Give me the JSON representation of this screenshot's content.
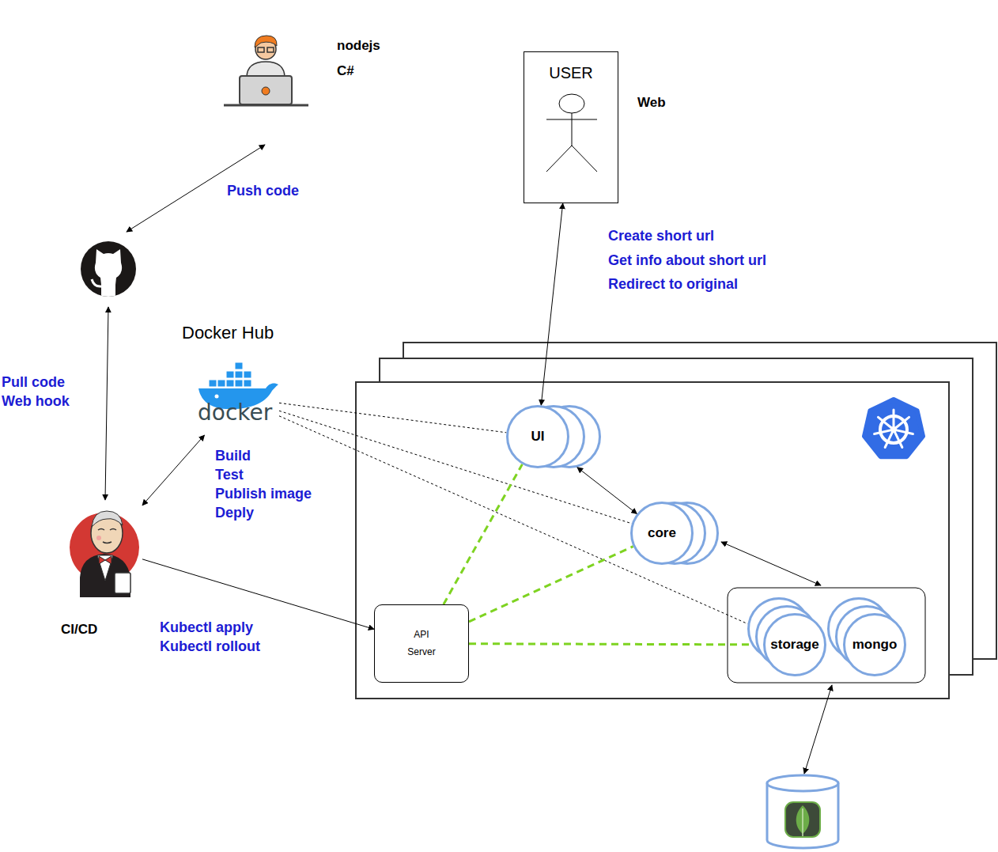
{
  "diagram": {
    "nodes": [
      {
        "text": [
          "nodejs",
          "C#"
        ]
      },
      {
        "text": [
          "Docker Hub"
        ]
      },
      {
        "text": [
          "USER"
        ]
      },
      {
        "text": [
          "UI"
        ]
      },
      {
        "text": [
          "core"
        ]
      },
      {
        "text": [
          "CI/CD"
        ]
      },
      {
        "text": [
          "API Server"
        ]
      },
      {
        "text": [
          "storage"
        ]
      },
      {
        "text": [
          "mongo"
        ]
      }
    ],
    "edges": [
      {
        "from": 5,
        "to": 1,
        "arrow": "both"
      },
      {
        "from": 2,
        "to": 3,
        "arrow": "both"
      },
      {
        "from": 3,
        "to": 4,
        "arrow": "both"
      },
      {
        "from": 5,
        "to": 6,
        "arrow": "to"
      },
      {
        "from": 1,
        "to": 3,
        "arrow": "none"
      },
      {
        "from": 1,
        "to": 4,
        "arrow": "none"
      },
      {
        "from": 1,
        "to": 7,
        "arrow": "none"
      },
      {
        "from": 6,
        "to": 3,
        "arrow": "none"
      },
      {
        "from": 6,
        "to": 4,
        "arrow": "none"
      },
      {
        "from": 6,
        "to": 7,
        "arrow": "none"
      }
    ],
    "labels": [
      "Push code",
      "Pull code",
      "Web hook",
      "Build",
      "Test",
      "Publish image",
      "Deply",
      "Kubectl apply",
      "Kubectl rollout",
      "Create short url",
      "Get info about short url",
      "Redirect to original",
      "Web",
      "docker"
    ]
  }
}
